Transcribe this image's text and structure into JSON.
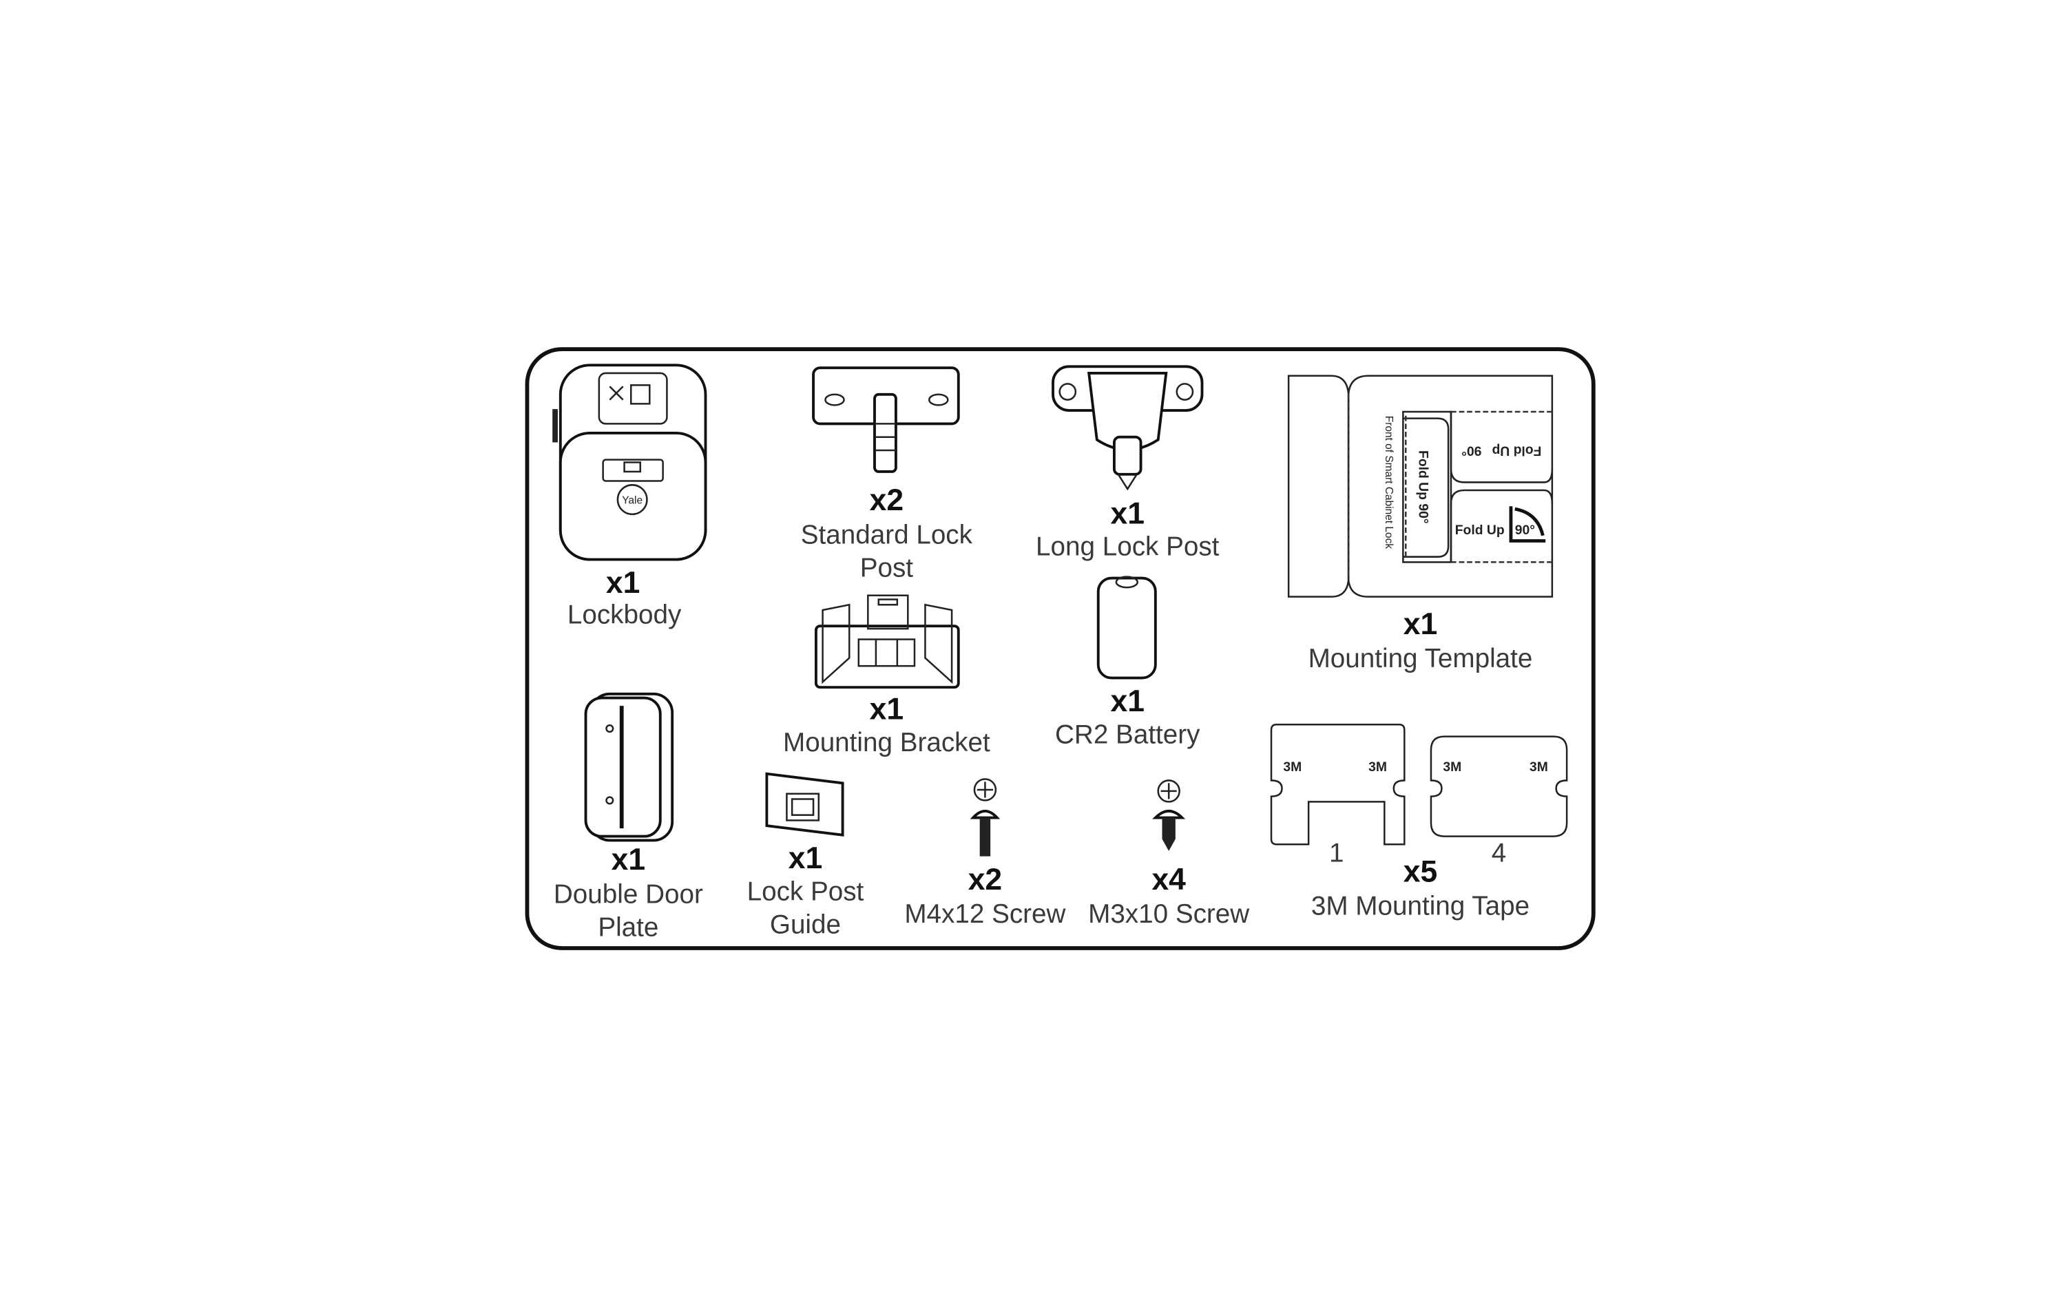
{
  "items": [
    {
      "qty": "x1",
      "label": [
        "Lockbody"
      ],
      "logo_text": "Yale"
    },
    {
      "qty": "x2",
      "label": [
        "Standard Lock",
        "Post"
      ]
    },
    {
      "qty": "x1",
      "label": [
        "Long Lock Post"
      ]
    },
    {
      "qty": "x1",
      "label": [
        "Mounting Template"
      ],
      "template_text": {
        "front": "Front of Smart Cabinet Lock",
        "fold": "Fold Up",
        "angle": "90°"
      }
    },
    {
      "qty": "x1",
      "label": [
        "Mounting Bracket"
      ]
    },
    {
      "qty": "x1",
      "label": [
        "CR2 Battery"
      ]
    },
    {
      "qty": "x1",
      "label": [
        "Double Door",
        "Plate"
      ]
    },
    {
      "qty": "x1",
      "label": [
        "Lock Post",
        "Guide"
      ]
    },
    {
      "qty": "x2",
      "label": [
        "M4x12 Screw"
      ]
    },
    {
      "qty": "x4",
      "label": [
        "M3x10 Screw"
      ]
    },
    {
      "qty": "x5",
      "label": [
        "3M Mounting Tape"
      ],
      "tape_brand": "3M",
      "tape_numbers": [
        "1",
        "4"
      ]
    }
  ]
}
